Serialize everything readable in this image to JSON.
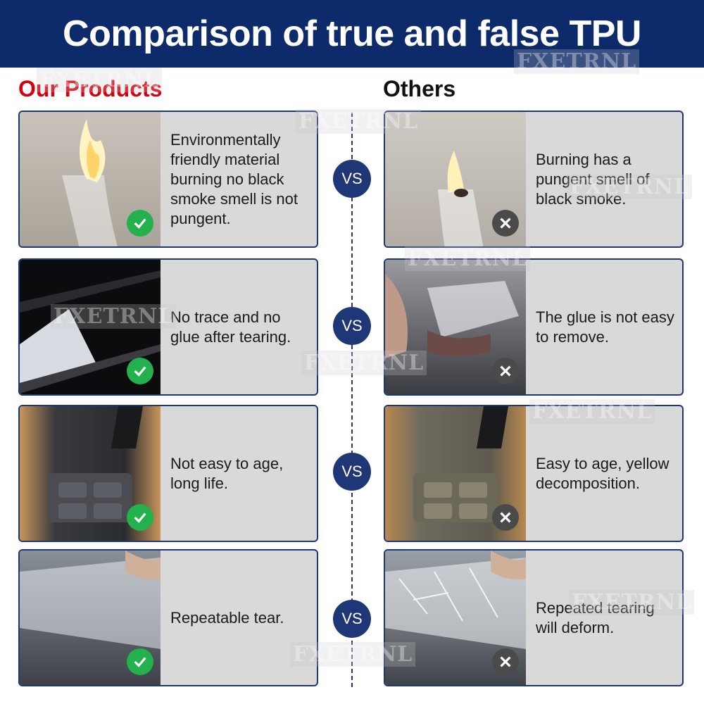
{
  "header": {
    "title": "Comparison of true and false TPU"
  },
  "columns": {
    "ours": "Our Products",
    "others": "Others"
  },
  "vs_label": "VS",
  "watermark": "FXETRNL",
  "rows": [
    {
      "ours": "Environmentally friendly material burning no black smoke smell is not pungent.",
      "others": "Burning has a pungent smell of black smoke."
    },
    {
      "ours": "No trace and no glue after tearing.",
      "others": "The glue is not easy to remove."
    },
    {
      "ours": "Not easy to age, long life.",
      "others": "Easy to age, yellow decomposition."
    },
    {
      "ours": "Repeatable tear.",
      "others": "Repeated tearing will deform."
    }
  ],
  "colors": {
    "header_bg": "#0d2a6b",
    "accent_red": "#d4000e",
    "card_border": "#1f3677",
    "check_green": "#22b14c",
    "cross_gray": "#4a4a4a"
  }
}
